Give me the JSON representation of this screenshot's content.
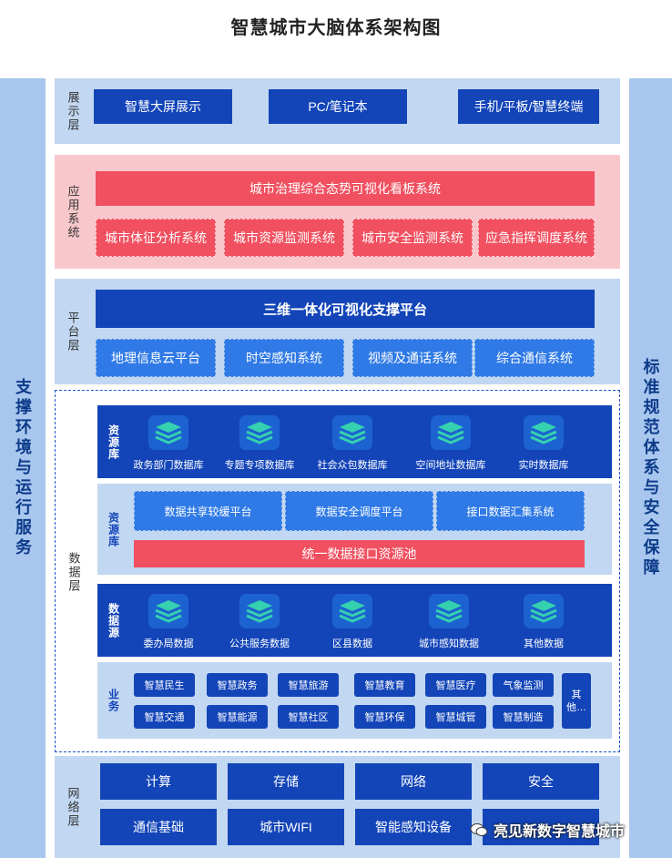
{
  "title": "智慧城市大脑体系架构图",
  "left_side": "支撑环境与运行服务",
  "right_side": "标准规范体系与安全保障",
  "display": {
    "label": "展示层",
    "items": [
      "智慧大屏展示",
      "PC/笔记本",
      "手机/平板/智慧终端"
    ]
  },
  "app": {
    "label": "应用系统",
    "top": "城市治理综合态势可视化看板系统",
    "items": [
      "城市体征分析系统",
      "城市资源监测系统",
      "城市安全监测系统",
      "应急指挥调度系统"
    ]
  },
  "platform": {
    "label": "平台层",
    "top": "三维一体化可视化支撑平台",
    "items": [
      "地理信息云平台",
      "时空感知系统",
      "视频及通话系统",
      "综合通信系统"
    ]
  },
  "data": {
    "label": "数据层",
    "resource_db": {
      "label": "资源库",
      "items": [
        "政务部门数据库",
        "专题专项数据库",
        "社会众包数据库",
        "空间地址数据库",
        "实时数据库"
      ]
    },
    "resource_platform": {
      "label": "资源库",
      "items": [
        "数据共享较缓平台",
        "数据安全调度平台",
        "接口数据汇集系统"
      ],
      "pool": "统一数据接口资源池"
    },
    "source": {
      "label": "数据源",
      "items": [
        "委办局数据",
        "公共服务数据",
        "区县数据",
        "城市感知数据",
        "其他数据"
      ]
    },
    "business": {
      "label": "业务",
      "row1": [
        "智慧民生",
        "智慧政务",
        "智慧旅游",
        "智慧教育",
        "智慧医疗",
        "气象监测"
      ],
      "row2": [
        "智慧交通",
        "智慧能源",
        "智慧社区",
        "智慧环保",
        "智慧城管",
        "智慧制造"
      ],
      "other": "其他…"
    }
  },
  "network": {
    "label": "网络层",
    "row1": [
      "计算",
      "存储",
      "网络",
      "安全"
    ],
    "row2": [
      "通信基础",
      "城市WIFI",
      "智能感知设备"
    ]
  },
  "watermark": "亮见新数字智慧城市",
  "colors": {
    "dark_blue": "#1345b8",
    "mid_blue": "#2f7ae6",
    "red": "#f05060",
    "light_blue": "#c2d7f1",
    "pink": "#f8c7cc",
    "teal": "#35d0b0"
  }
}
